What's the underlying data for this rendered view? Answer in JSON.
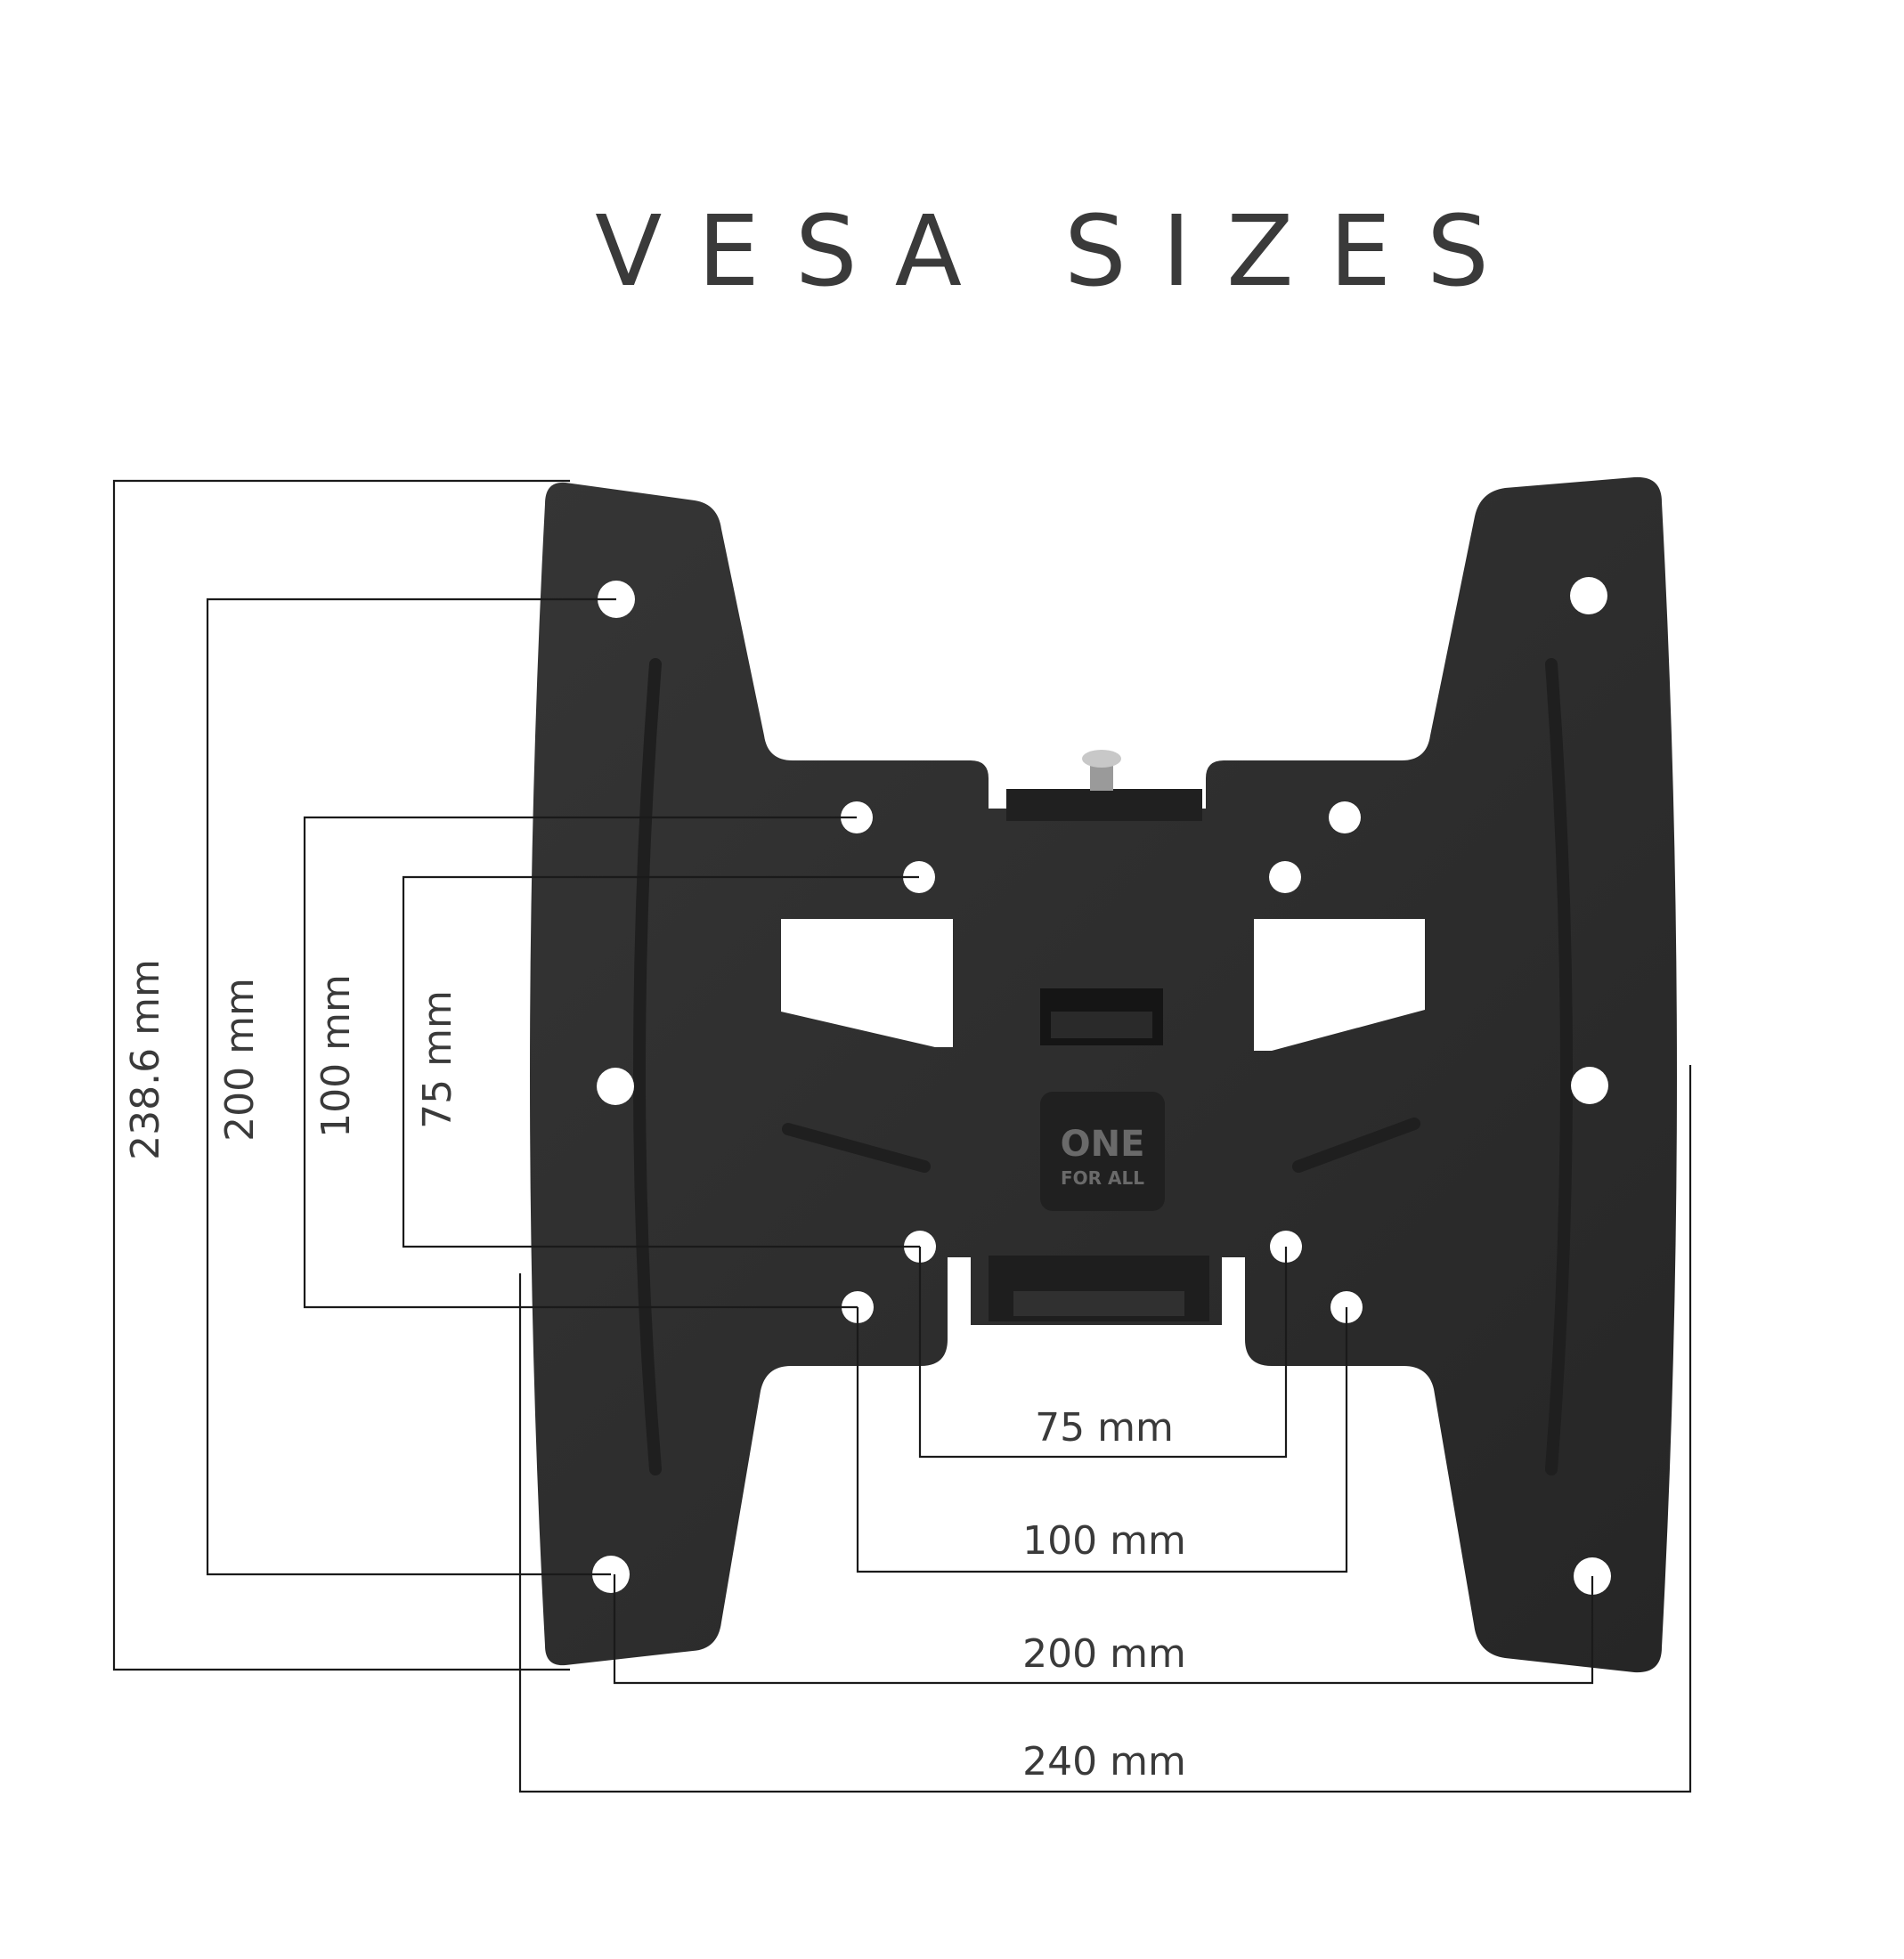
{
  "title": "VESA SIZES",
  "brand": {
    "line1": "ONE",
    "line2": "FOR ALL"
  },
  "dimensions": {
    "vertical": [
      {
        "id": "v-238",
        "label": "238.6 mm"
      },
      {
        "id": "v-200",
        "label": "200 mm"
      },
      {
        "id": "v-100",
        "label": "100 mm"
      },
      {
        "id": "v-75",
        "label": "75 mm"
      }
    ],
    "horizontal": [
      {
        "id": "h-75",
        "label": "75 mm"
      },
      {
        "id": "h-100",
        "label": "100 mm"
      },
      {
        "id": "h-200",
        "label": "200 mm"
      },
      {
        "id": "h-240",
        "label": "240 mm"
      }
    ]
  },
  "colors": {
    "plate": "#2e2e2e",
    "line": "#1a1a1a",
    "text": "#3a3a3a",
    "background": "#ffffff"
  }
}
